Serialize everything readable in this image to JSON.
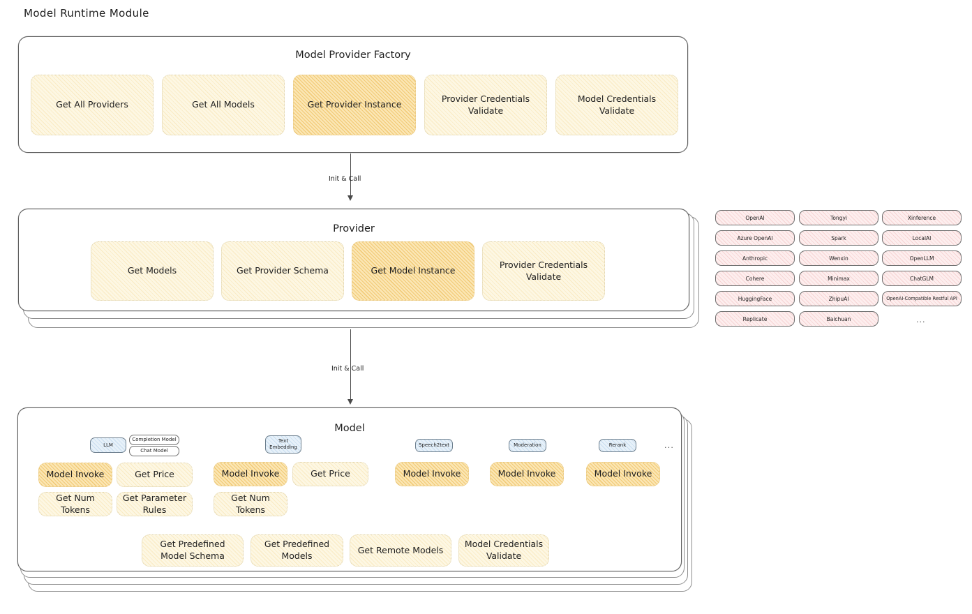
{
  "title": "Model Runtime Module",
  "sections": {
    "factory": {
      "title": "Model Provider Factory",
      "cards": [
        {
          "label": "Get All Providers",
          "emphasis": "light"
        },
        {
          "label": "Get All Models",
          "emphasis": "light"
        },
        {
          "label": "Get Provider Instance",
          "emphasis": "strong"
        },
        {
          "label": "Provider Credentials Validate",
          "emphasis": "light"
        },
        {
          "label": "Model Credentials Validate",
          "emphasis": "light"
        }
      ]
    },
    "provider": {
      "title": "Provider",
      "cards": [
        {
          "label": "Get Models",
          "emphasis": "light"
        },
        {
          "label": "Get Provider Schema",
          "emphasis": "light"
        },
        {
          "label": "Get Model Instance",
          "emphasis": "strong"
        },
        {
          "label": "Provider Credentials Validate",
          "emphasis": "light"
        }
      ]
    },
    "model": {
      "title": "Model",
      "groups": [
        {
          "type_pills": [
            {
              "label": "LLM",
              "style": "blue"
            },
            {
              "label": "Completion Model",
              "style": "white"
            },
            {
              "label": "Chat Model",
              "style": "white"
            }
          ],
          "cards": [
            {
              "label": "Model Invoke",
              "emphasis": "strong"
            },
            {
              "label": "Get Price",
              "emphasis": "light"
            },
            {
              "label": "Get Num Tokens",
              "emphasis": "light"
            },
            {
              "label": "Get Parameter Rules",
              "emphasis": "light"
            }
          ]
        },
        {
          "type_pills": [
            {
              "label": "Text Embedding",
              "style": "blue"
            }
          ],
          "cards": [
            {
              "label": "Model Invoke",
              "emphasis": "strong"
            },
            {
              "label": "Get Price",
              "emphasis": "light"
            },
            {
              "label": "Get Num Tokens",
              "emphasis": "light"
            }
          ]
        },
        {
          "type_pills": [
            {
              "label": "Speech2text",
              "style": "blue"
            }
          ],
          "cards": [
            {
              "label": "Model Invoke",
              "emphasis": "strong"
            }
          ]
        },
        {
          "type_pills": [
            {
              "label": "Moderation",
              "style": "blue"
            }
          ],
          "cards": [
            {
              "label": "Model Invoke",
              "emphasis": "strong"
            }
          ]
        },
        {
          "type_pills": [
            {
              "label": "Rerank",
              "style": "blue"
            }
          ],
          "cards": [
            {
              "label": "Model Invoke",
              "emphasis": "strong"
            }
          ]
        }
      ],
      "more_indicator": "...",
      "shared_cards": [
        {
          "label": "Get Predefined Model Schema"
        },
        {
          "label": "Get Predefined Models"
        },
        {
          "label": "Get Remote Models"
        },
        {
          "label": "Model Credentials Validate"
        }
      ]
    }
  },
  "connectors": [
    {
      "label": "Init & Call"
    },
    {
      "label": "Init & Call"
    }
  ],
  "provider_list": {
    "columns": [
      {
        "items": [
          "OpenAI",
          "Azure OpenAI",
          "Anthropic",
          "Cohere",
          "HuggingFace",
          "Replicate"
        ]
      },
      {
        "items": [
          "Tongyi",
          "Spark",
          "Wenxin",
          "Minimax",
          "ZhipuAI",
          "Baichuan"
        ]
      },
      {
        "items": [
          "Xinference",
          "LocalAI",
          "OpenLLM",
          "ChatGLM",
          "OpenAI-Compatible Restful API"
        ]
      }
    ],
    "more_indicator": "..."
  },
  "colors": {
    "card_light": "#fdf7e3",
    "card_strong": "#fbe6b4",
    "chip_pink": "#fdeeee",
    "pill_blue": "#e7f1f9",
    "stroke": "#6a6a6a",
    "text": "#1e1e1e"
  }
}
